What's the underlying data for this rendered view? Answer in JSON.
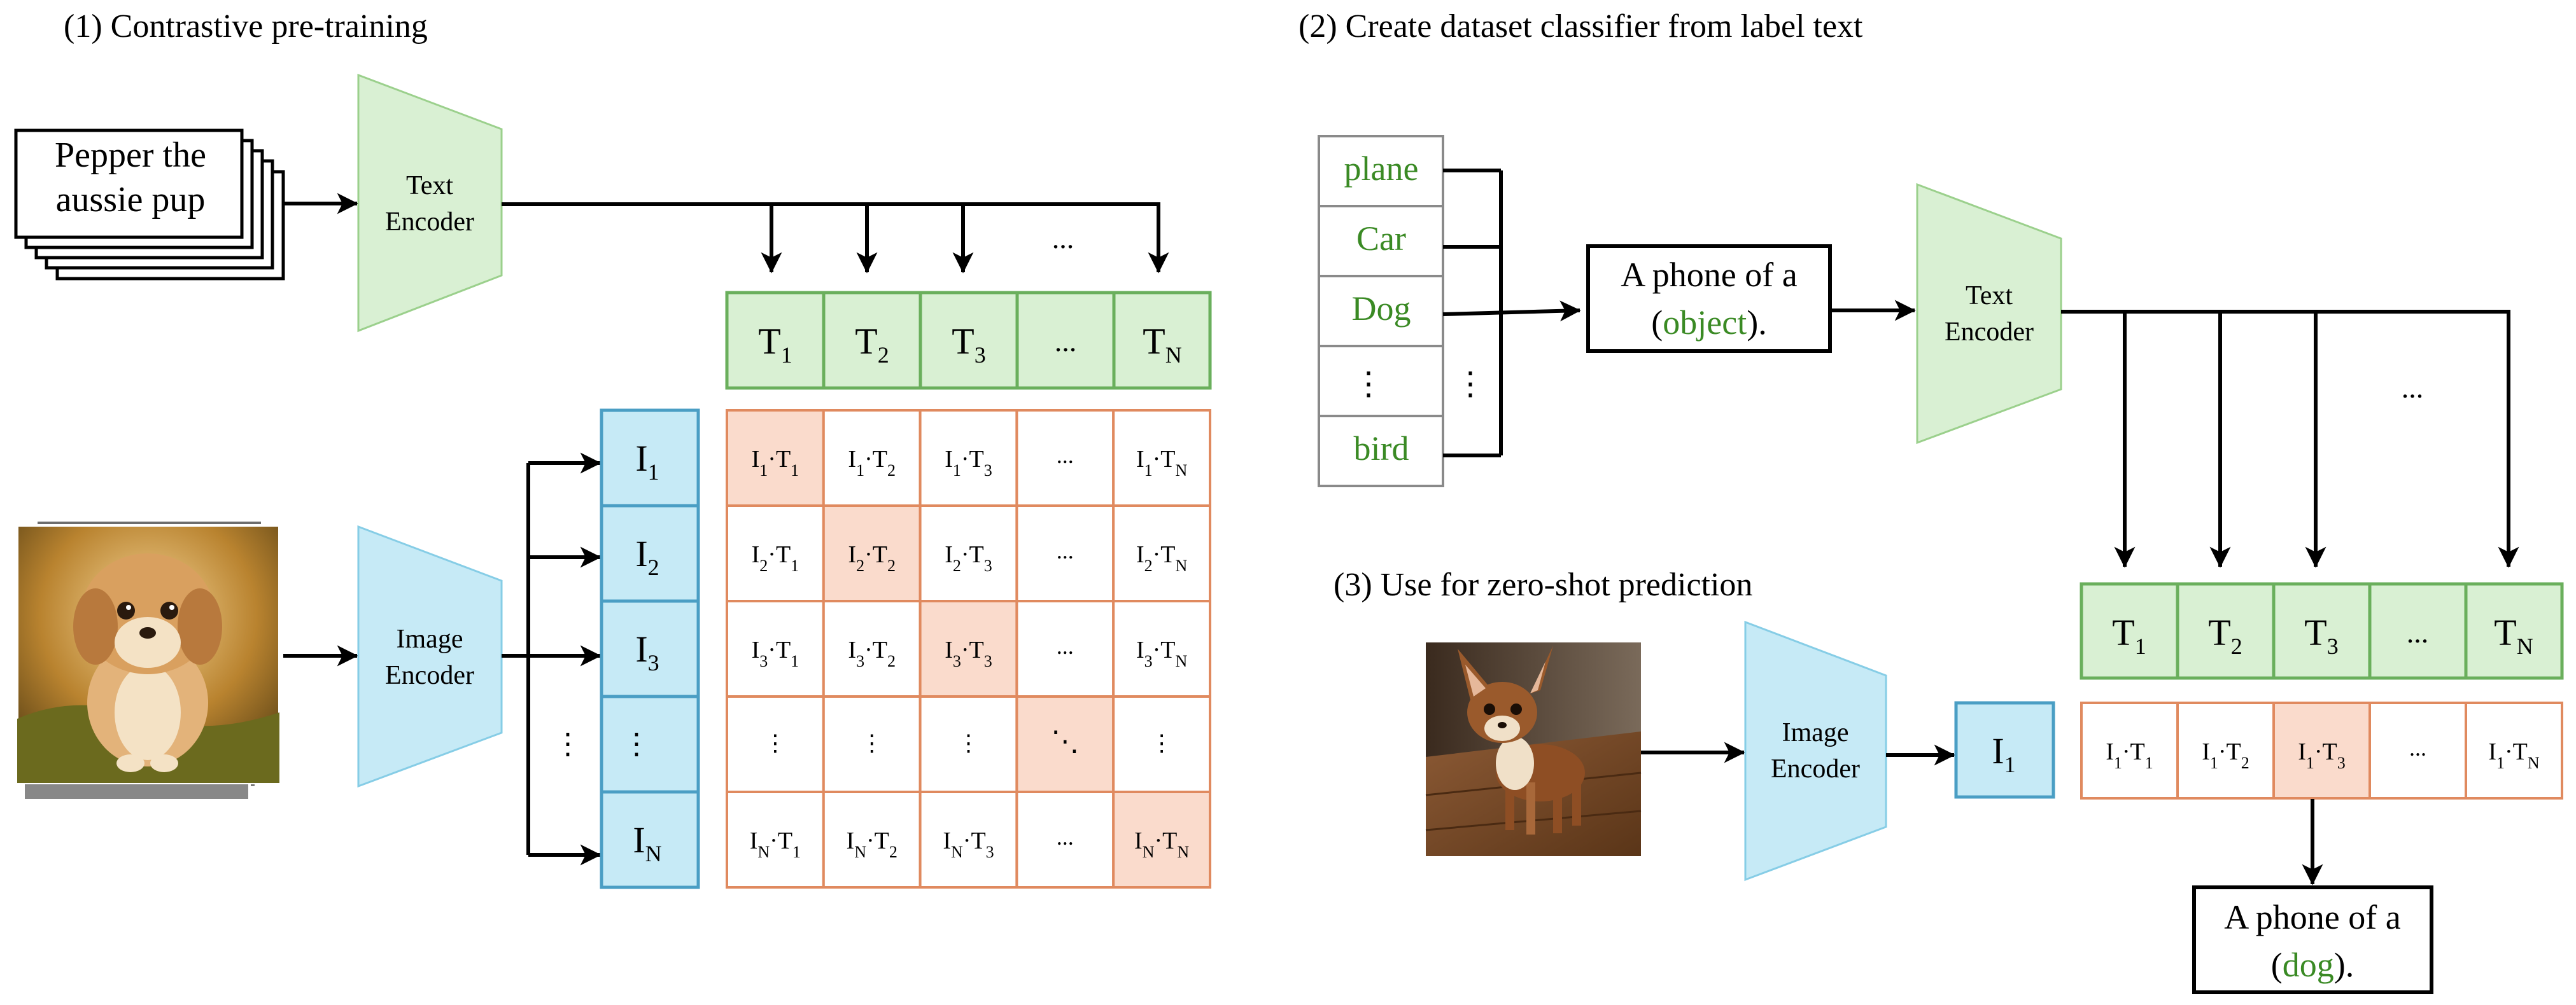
{
  "section1": {
    "heading": "(1) Contrastive pre-training"
  },
  "section2": {
    "heading": "(2) Create dataset classifier from label text"
  },
  "section3": {
    "heading": "(3) Use for zero-shot prediction"
  },
  "text_card": {
    "line1": "Pepper the",
    "line2": "aussie pup"
  },
  "encoders": {
    "text_encoder_line1": "Text",
    "text_encoder_line2": "Encoder",
    "image_encoder_line1": "Image",
    "image_encoder_line2": "Encoder"
  },
  "text_tokens": {
    "t1": {
      "base": "T",
      "sub": "1"
    },
    "t2": {
      "base": "T",
      "sub": "2"
    },
    "t3": {
      "base": "T",
      "sub": "3"
    },
    "tn": {
      "base": "T",
      "sub": "N"
    },
    "ellipsis": "..."
  },
  "image_tokens": {
    "i1": {
      "base": "I",
      "sub": "1"
    },
    "i2": {
      "base": "I",
      "sub": "2"
    },
    "i3": {
      "base": "I",
      "sub": "3"
    },
    "in": {
      "base": "I",
      "sub": "N"
    },
    "vdots": "⋮"
  },
  "matrix": {
    "ellipsis": "...",
    "vdots": "⋮",
    "ddots": "⋱",
    "dot": "·",
    "I": "I",
    "T": "T",
    "subs": {
      "s1": "1",
      "s2": "2",
      "s3": "3",
      "sn": "N"
    }
  },
  "labels": {
    "items": [
      "plane",
      "Car",
      "Dog",
      "bird"
    ],
    "vdots": "⋮"
  },
  "prompt": {
    "line1": "A phone of a",
    "open": "(",
    "object": "object",
    "close": ")."
  },
  "prediction": {
    "line1": "A phone of a",
    "open": "(",
    "object": "dog",
    "close": ")."
  },
  "colors": {
    "text_green_fill": "#D9F0D3",
    "text_green_stroke": "#6AAF5C",
    "image_blue_fill": "#C6EAF6",
    "image_blue_stroke": "#4A9EC4",
    "matrix_stroke": "#E08A5F",
    "matrix_highlight": "#FADBCC",
    "label_green": "#3A8A24"
  },
  "icons": {
    "puppy_photo": "fluffy-puppy-photo-icon",
    "chihuahua_photo": "chihuahua-photo-icon"
  }
}
